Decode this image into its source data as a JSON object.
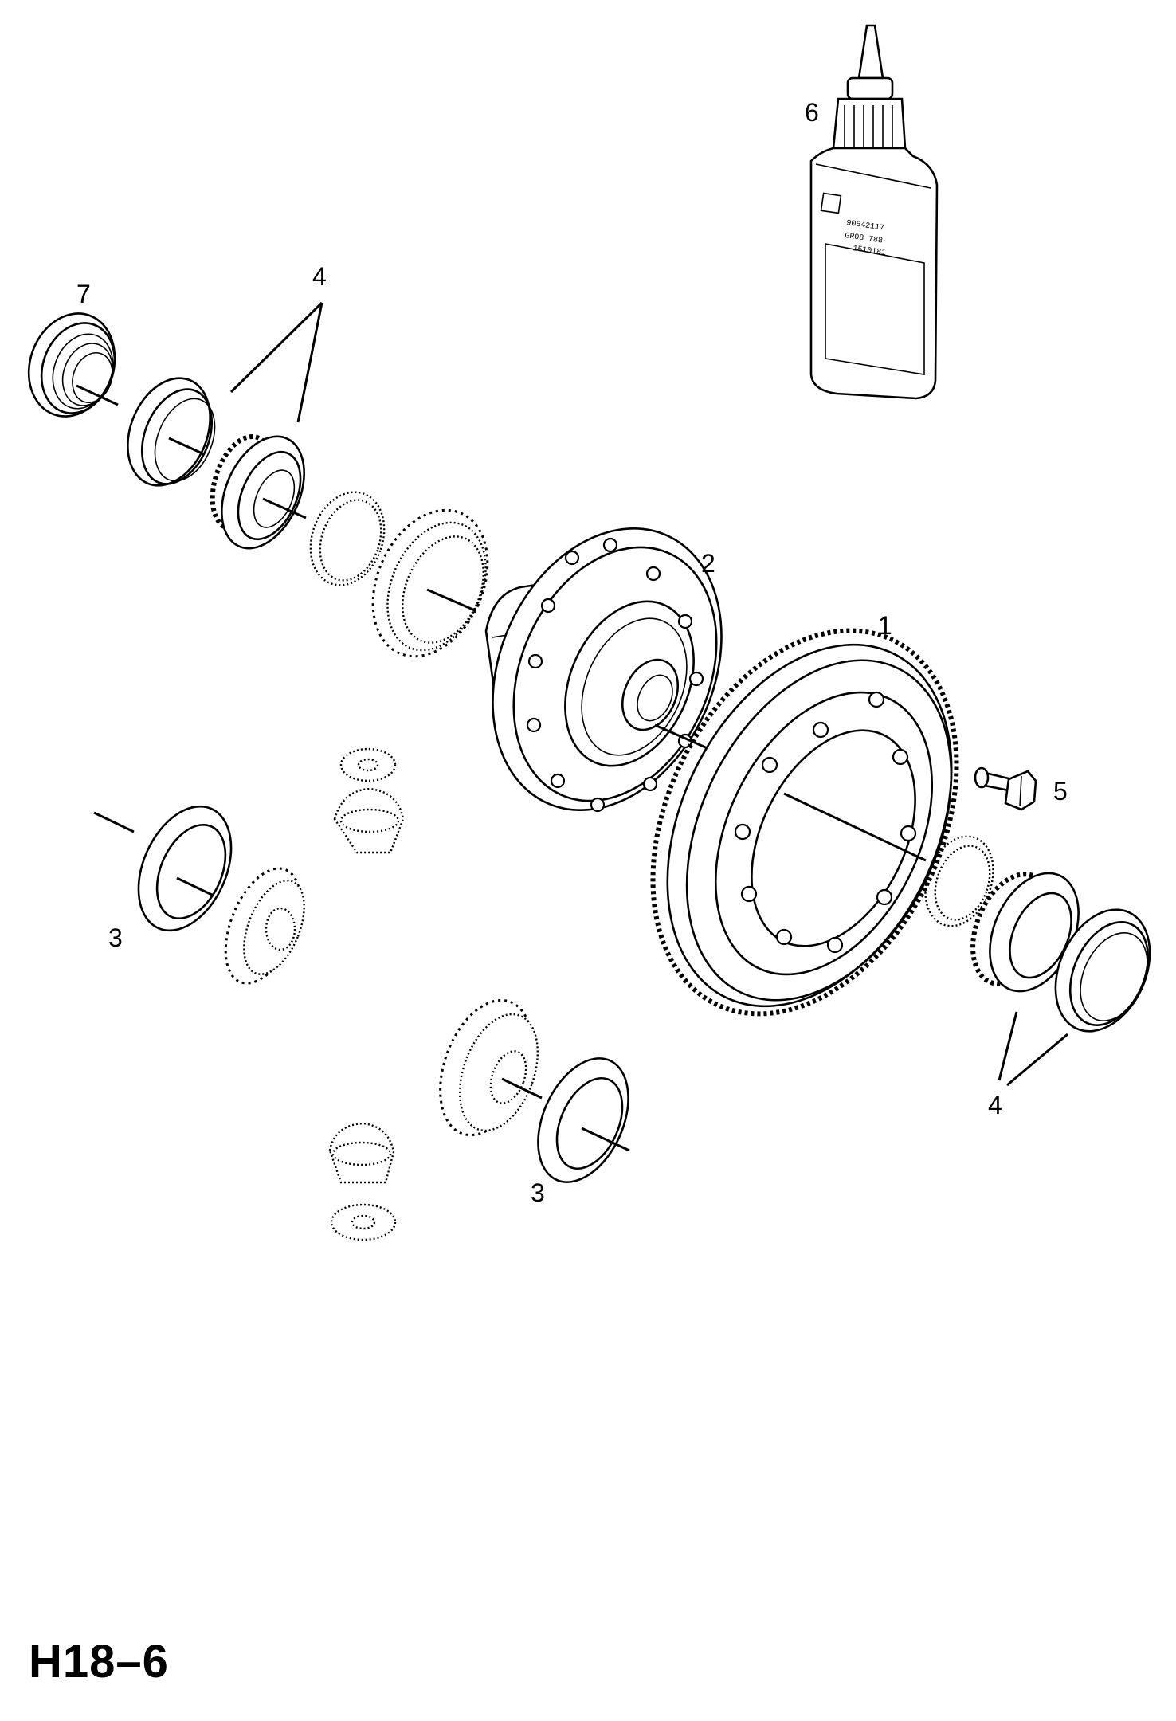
{
  "diagram": {
    "reference": "H18–6",
    "callouts": {
      "c1": "1",
      "c2": "2",
      "c3a": "3",
      "c3b": "3",
      "c4a": "4",
      "c4b": "4",
      "c5": "5",
      "c6": "6",
      "c7": "7"
    },
    "bottle_label": {
      "line1": "90542117",
      "line2": "GR08 788",
      "line3": "1510181"
    }
  }
}
